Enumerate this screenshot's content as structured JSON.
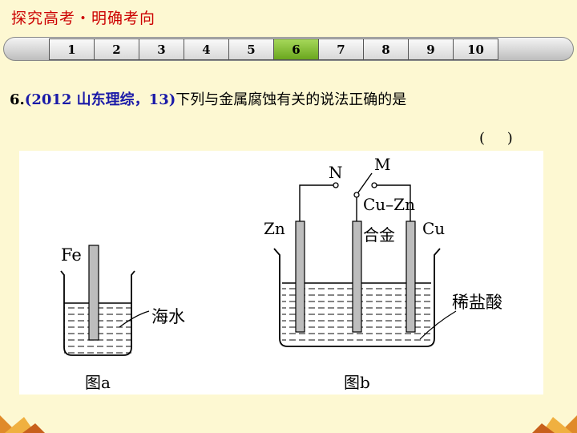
{
  "header": {
    "title": "探究高考・明确考向"
  },
  "nav": {
    "items": [
      {
        "label": "1"
      },
      {
        "label": "2"
      },
      {
        "label": "3"
      },
      {
        "label": "4"
      },
      {
        "label": "5"
      },
      {
        "label": "6"
      },
      {
        "label": "7"
      },
      {
        "label": "8"
      },
      {
        "label": "9"
      },
      {
        "label": "10"
      }
    ],
    "active_index": 5,
    "active_color": "#7cb82f"
  },
  "question": {
    "number": "6.",
    "source": "(2012 山东理综，13)",
    "text": "下列与金属腐蚀有关的说法正确的是",
    "answer_paren": "(    )"
  },
  "diagram": {
    "fig_a": {
      "caption": "图a",
      "electrode": "Fe",
      "liquid": "海水"
    },
    "fig_b": {
      "caption": "图b",
      "label_n": "N",
      "label_m": "M",
      "alloy_line1": "Cu–Zn",
      "alloy_line2": "合金",
      "electrode_left": "Zn",
      "electrode_right": "Cu",
      "liquid": "稀盐酸"
    }
  },
  "colors": {
    "background": "#fdf8d2",
    "title": "#cc0000",
    "source": "#1a1aa8"
  }
}
